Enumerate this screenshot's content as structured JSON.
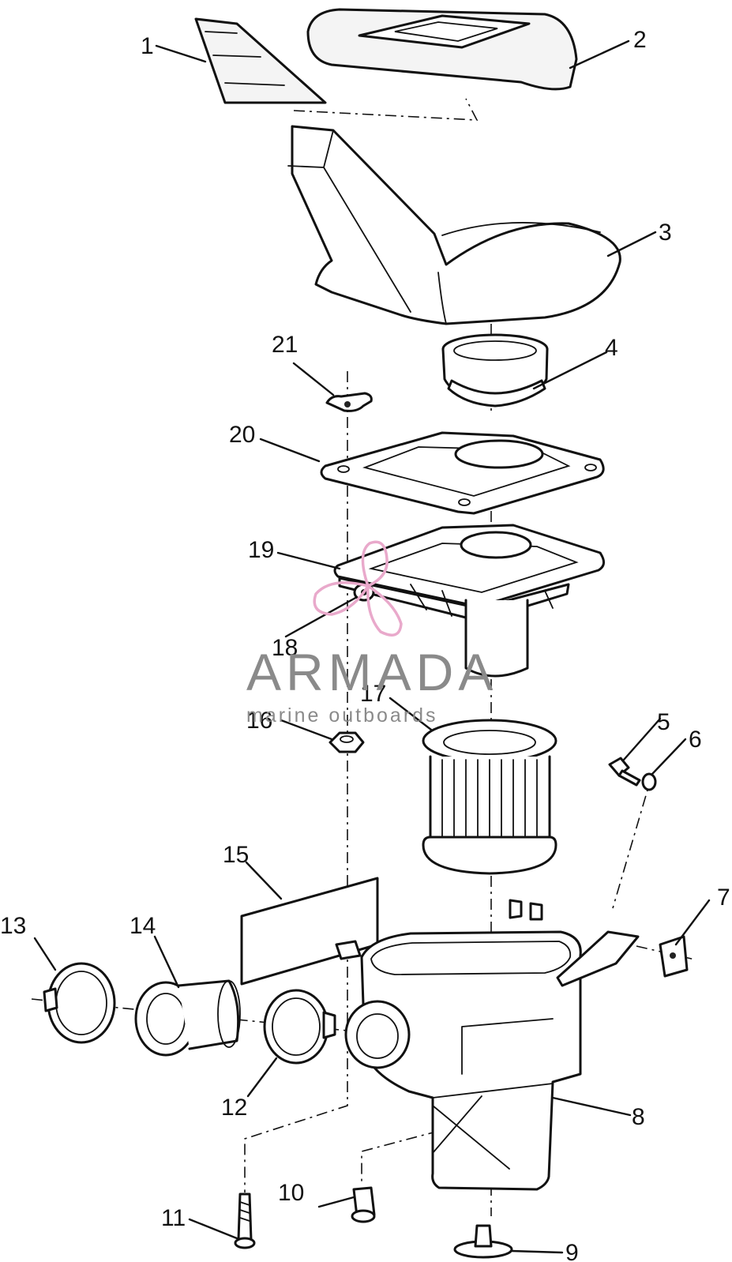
{
  "watermark": {
    "brand": "ARMADA",
    "tagline": "marine outboards",
    "logo_color": "#e9a9cb",
    "text_color": "#8a8a8a"
  },
  "callouts": [
    {
      "id": "1",
      "label": "1"
    },
    {
      "id": "2",
      "label": "2"
    },
    {
      "id": "3",
      "label": "3"
    },
    {
      "id": "4",
      "label": "4"
    },
    {
      "id": "5",
      "label": "5"
    },
    {
      "id": "6",
      "label": "6"
    },
    {
      "id": "7",
      "label": "7"
    },
    {
      "id": "8",
      "label": "8"
    },
    {
      "id": "9",
      "label": "9"
    },
    {
      "id": "10",
      "label": "10"
    },
    {
      "id": "11",
      "label": "11"
    },
    {
      "id": "12",
      "label": "12"
    },
    {
      "id": "13",
      "label": "13"
    },
    {
      "id": "14",
      "label": "14"
    },
    {
      "id": "15",
      "label": "15"
    },
    {
      "id": "16",
      "label": "16"
    },
    {
      "id": "17",
      "label": "17"
    },
    {
      "id": "18",
      "label": "18"
    },
    {
      "id": "19",
      "label": "19"
    },
    {
      "id": "20",
      "label": "20"
    },
    {
      "id": "21",
      "label": "21"
    }
  ]
}
